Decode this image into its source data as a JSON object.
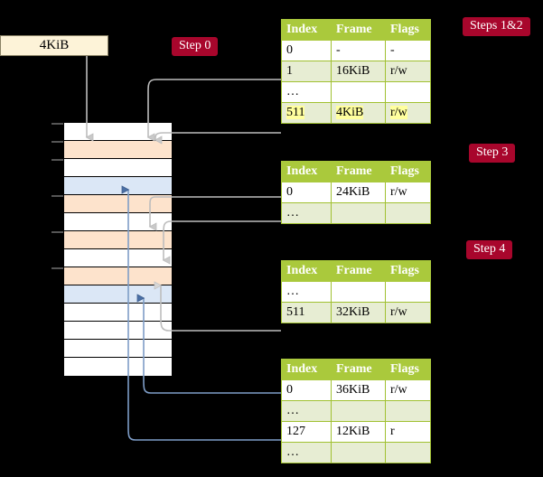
{
  "request": {
    "label": "4KiB"
  },
  "badges": {
    "step0": "Step 0",
    "steps12": "Steps 1&2",
    "step3": "Step 3",
    "step4": "Step 4"
  },
  "memory": {
    "name": "physical-memory-frames",
    "frame_count": 14,
    "frames": [
      {
        "index": 0,
        "fill": "white"
      },
      {
        "index": 1,
        "fill": "orange"
      },
      {
        "index": 2,
        "fill": "white"
      },
      {
        "index": 3,
        "fill": "blue"
      },
      {
        "index": 4,
        "fill": "orange"
      },
      {
        "index": 5,
        "fill": "white"
      },
      {
        "index": 6,
        "fill": "orange"
      },
      {
        "index": 7,
        "fill": "white"
      },
      {
        "index": 8,
        "fill": "orange"
      },
      {
        "index": 9,
        "fill": "blue"
      },
      {
        "index": 10,
        "fill": "white"
      },
      {
        "index": 11,
        "fill": "white"
      },
      {
        "index": 12,
        "fill": "white"
      },
      {
        "index": 13,
        "fill": "white"
      }
    ]
  },
  "colors": {
    "badge": "#a8062c",
    "table_header": "#aac93c",
    "table_border": "#a0c030",
    "table_alt_row": "#e7edd3",
    "highlight": "#ffff9e",
    "frame_orange": "#fde3cc",
    "frame_blue": "#dbe7f6",
    "request_box": "#fdf3d8",
    "wire_gray": "#bdbdbd",
    "wire_blue": "#7e9dc7",
    "background": "#000000"
  },
  "tables": [
    {
      "name": "page-table-level-4",
      "headers": [
        "Index",
        "Frame",
        "Flags"
      ],
      "rows": [
        {
          "cells": [
            "0",
            "-",
            "-"
          ],
          "alt": false,
          "highlight": false
        },
        {
          "cells": [
            "1",
            "16KiB",
            "r/w"
          ],
          "alt": true,
          "highlight": false
        },
        {
          "cells": [
            "…",
            "",
            ""
          ],
          "alt": false,
          "highlight": false
        },
        {
          "cells": [
            "511",
            "4KiB",
            "r/w"
          ],
          "alt": true,
          "highlight": true
        }
      ]
    },
    {
      "name": "page-table-level-3",
      "headers": [
        "Index",
        "Frame",
        "Flags"
      ],
      "rows": [
        {
          "cells": [
            "0",
            "24KiB",
            "r/w"
          ],
          "alt": false,
          "highlight": false
        },
        {
          "cells": [
            "…",
            "",
            ""
          ],
          "alt": true,
          "highlight": false
        }
      ]
    },
    {
      "name": "page-table-level-2",
      "headers": [
        "Index",
        "Frame",
        "Flags"
      ],
      "rows": [
        {
          "cells": [
            "…",
            "",
            ""
          ],
          "alt": false,
          "highlight": false
        },
        {
          "cells": [
            "511",
            "32KiB",
            "r/w"
          ],
          "alt": true,
          "highlight": false
        }
      ]
    },
    {
      "name": "page-table-level-1",
      "headers": [
        "Index",
        "Frame",
        "Flags"
      ],
      "rows": [
        {
          "cells": [
            "0",
            "36KiB",
            "r/w"
          ],
          "alt": false,
          "highlight": false
        },
        {
          "cells": [
            "…",
            "",
            ""
          ],
          "alt": true,
          "highlight": false
        },
        {
          "cells": [
            "127",
            "12KiB",
            "r"
          ],
          "alt": false,
          "highlight": false
        },
        {
          "cells": [
            "…",
            "",
            ""
          ],
          "alt": true,
          "highlight": false
        }
      ]
    }
  ]
}
